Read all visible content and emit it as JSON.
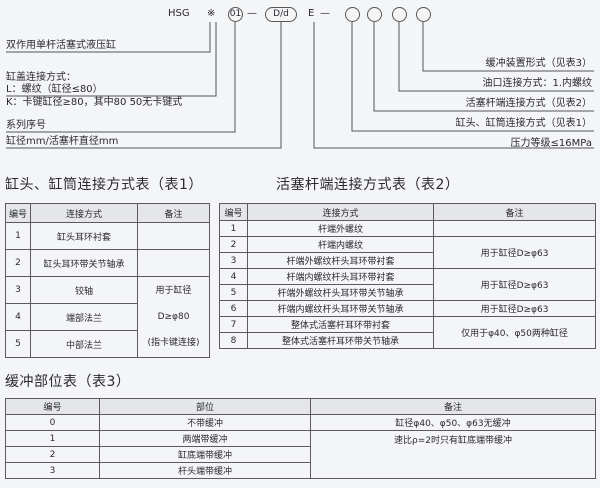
{
  "code": {
    "prefix": "HSG",
    "star": "※",
    "circ01": "01",
    "dash1": "—",
    "dd": "D/d",
    "e": "E",
    "dash2": "—"
  },
  "left_notes": [
    "双作用单杆活塞式液压缸",
    "缸盖连接方式：",
    "L：螺纹（缸径≤80）",
    "K：卡键缸径≥80，其中80 50无卡键式",
    "系列序号",
    "缸径mm/活塞杆直径mm"
  ],
  "right_notes": [
    "缓冲装置形式（见表3）",
    "油口连接方式：1.内螺纹",
    "活塞杆端连接方式（见表2）",
    "缸头、缸筒连接方式（见表1）",
    "压力等级≤16MPa"
  ],
  "table1": {
    "title": "缸头、缸筒连接方式表（表1）",
    "headers": [
      "编号",
      "连接方式",
      "备注"
    ],
    "rows": [
      {
        "no": "1",
        "method": "缸头耳环衬套"
      },
      {
        "no": "2",
        "method": "缸头耳环带关节轴承"
      },
      {
        "no": "3",
        "method": "铰轴"
      },
      {
        "no": "4",
        "method": "端部法兰"
      },
      {
        "no": "5",
        "method": "中部法兰"
      }
    ],
    "note_lines": [
      "用于缸径",
      "D≥φ80",
      "(指卡键连接)"
    ]
  },
  "table2": {
    "title": "活塞杆端连接方式表（表2）",
    "headers": [
      "编号",
      "连接方式",
      "备注"
    ],
    "rows": [
      {
        "no": "1",
        "method": "杆端外螺纹"
      },
      {
        "no": "2",
        "method": "杆端内螺纹"
      },
      {
        "no": "3",
        "method": "杆端外螺纹杆头耳环带衬套"
      },
      {
        "no": "4",
        "method": "杆端内螺纹杆头耳环带衬套"
      },
      {
        "no": "5",
        "method": "杆端外螺纹杆头耳环带关节轴承"
      },
      {
        "no": "6",
        "method": "杆端内螺纹杆头耳环带关节轴承"
      },
      {
        "no": "7",
        "method": "整体式活塞杆耳环带衬套"
      },
      {
        "no": "8",
        "method": "整体式活塞杆耳环带关节轴承"
      }
    ],
    "notes": [
      "用于缸径D≥φ63",
      "用于缸径D≥φ63",
      "用于缸径D≥φ63",
      "仅用于φ40、φ50两种缸径"
    ]
  },
  "table3": {
    "title": "缓冲部位表（表3）",
    "headers": [
      "编号",
      "部位",
      "备注"
    ],
    "rows": [
      {
        "no": "0",
        "pos": "不带缓冲",
        "note": "缸径φ40、φ50、φ63无缓冲"
      },
      {
        "no": "1",
        "pos": "两端带缓冲",
        "note": "速比ρ=2时只有缸底端带缓冲"
      },
      {
        "no": "2",
        "pos": "缸底端带缓冲",
        "note": ""
      },
      {
        "no": "3",
        "pos": "杆头端带缓冲",
        "note": ""
      }
    ]
  }
}
